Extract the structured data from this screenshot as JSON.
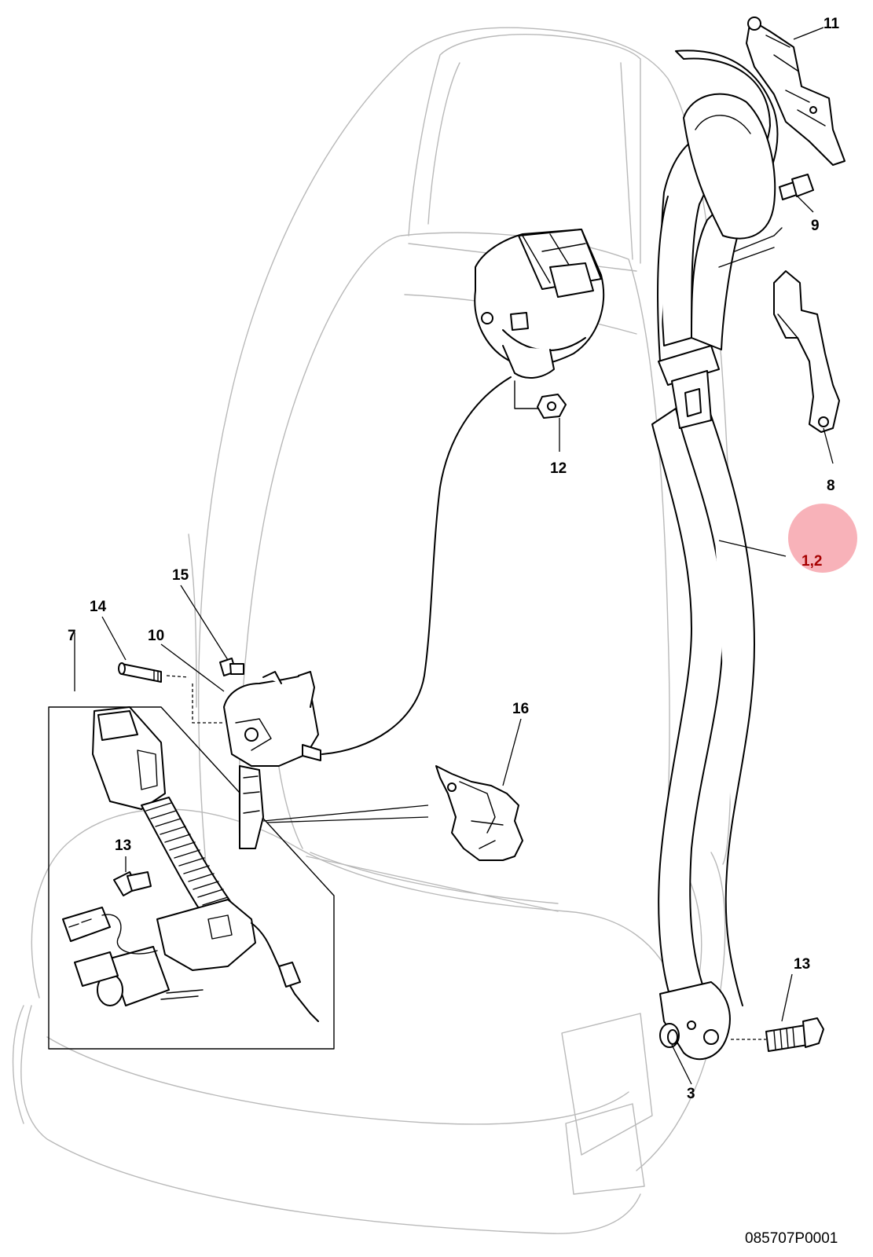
{
  "diagram": {
    "reference_number": "085707P0001",
    "highlight_color": "#f7a5ad",
    "highlighted_callout": "1,2",
    "callouts": [
      {
        "id": "c11",
        "label": "11"
      },
      {
        "id": "c9",
        "label": "9"
      },
      {
        "id": "c12",
        "label": "12"
      },
      {
        "id": "c8",
        "label": "8"
      },
      {
        "id": "c1-2",
        "label": "1,2"
      },
      {
        "id": "c15",
        "label": "15"
      },
      {
        "id": "c14",
        "label": "14"
      },
      {
        "id": "c10",
        "label": "10"
      },
      {
        "id": "c7",
        "label": "7"
      },
      {
        "id": "c16",
        "label": "16"
      },
      {
        "id": "c13a",
        "label": "13"
      },
      {
        "id": "c13b",
        "label": "13"
      },
      {
        "id": "c3",
        "label": "3"
      }
    ]
  }
}
